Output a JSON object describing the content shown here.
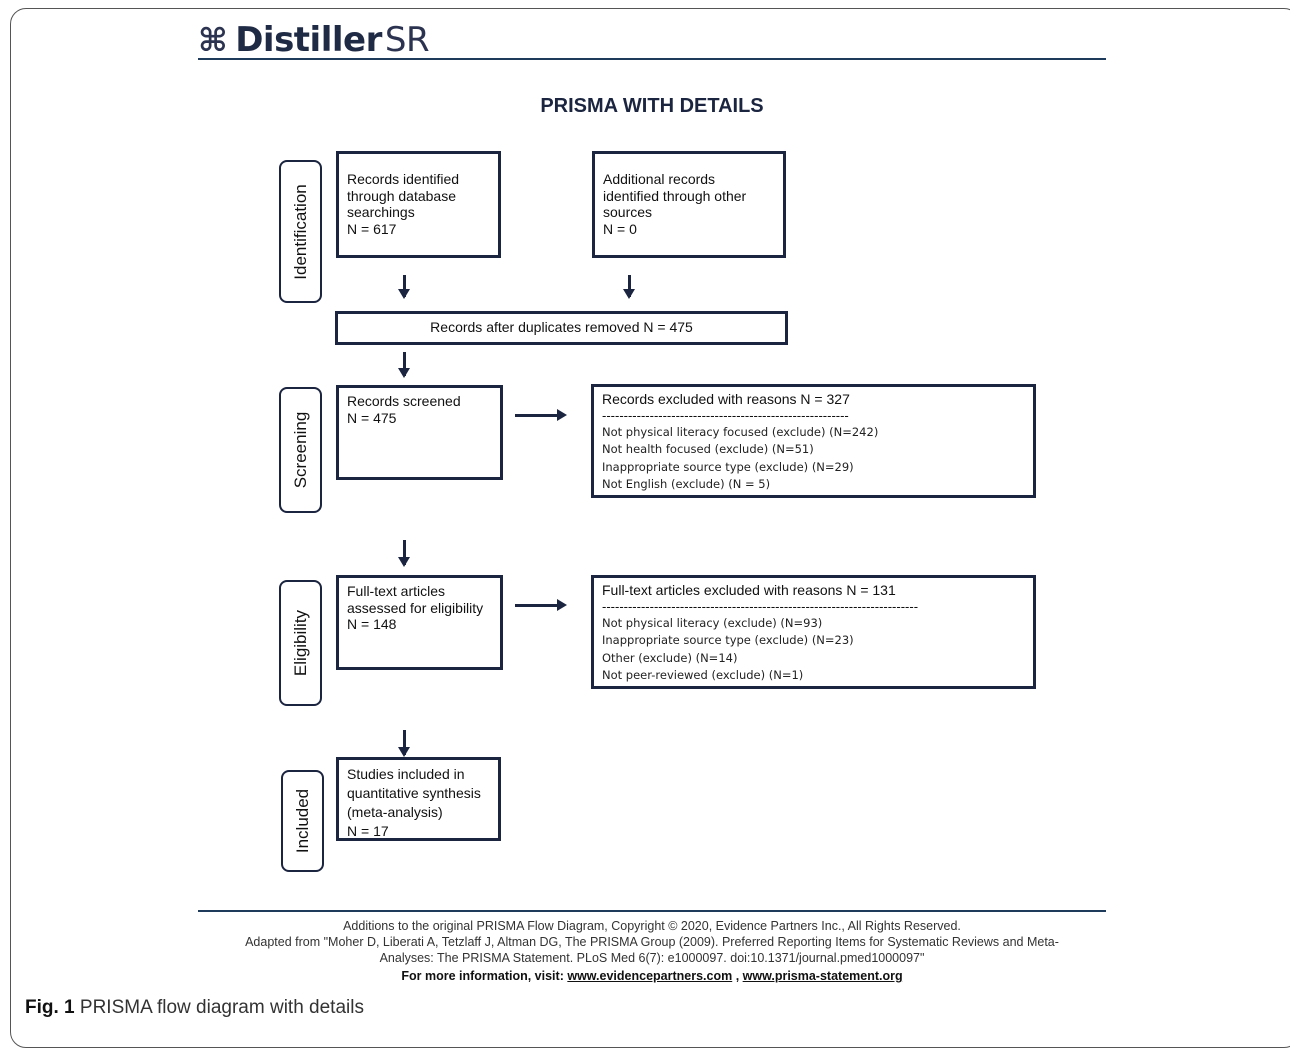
{
  "brand": {
    "logo_symbol": "⌘",
    "logo_main": "Distiller",
    "logo_suffix": "SR",
    "color": "#1b2540"
  },
  "title": "PRISMA WITH DETAILS",
  "phases": {
    "identification": "Identification",
    "screening": "Screening",
    "eligibility": "Eligibility",
    "included": "Included"
  },
  "boxes": {
    "db_records": [
      "Records identified",
      "through database",
      "searchings",
      "N = 617"
    ],
    "other_records": [
      "Additional records",
      "identified through other",
      "sources",
      "N = 0"
    ],
    "after_duplicates": "Records after duplicates removed N = 475",
    "screened": [
      "Records screened",
      "N = 475"
    ],
    "excluded_screen": {
      "heading": "Records excluded with reasons N = 327",
      "divider": "---------------------------------------------------------",
      "reasons": [
        "Not physical literacy focused (exclude) (N=242)",
        "Not health focused (exclude) (N=51)",
        "Inappropriate source type (exclude) (N=29)",
        "Not English (exclude) (N = 5)"
      ]
    },
    "fulltext": [
      "Full-text articles",
      "assessed for eligibility",
      "N = 148"
    ],
    "excluded_fulltext": {
      "heading": "Full-text articles excluded with reasons N = 131",
      "divider": "-------------------------------------------------------------------------",
      "reasons": [
        "Not physical literacy (exclude) (N=93)",
        "Inappropriate source type (exclude) (N=23)",
        "Other (exclude) (N=14)",
        "Not peer-reviewed (exclude) (N=1)"
      ]
    },
    "included": [
      "Studies included in",
      "quantitative synthesis",
      "(meta-analysis)",
      "N = 17"
    ]
  },
  "footer": {
    "line1": "Additions to the original PRISMA Flow Diagram, Copyright © 2020, Evidence Partners Inc., All Rights Reserved.",
    "line2": "Adapted from \"Moher D, Liberati A, Tetzlaff J, Altman DG, The PRISMA Group (2009). Preferred Reporting Items for Systematic Reviews and Meta-",
    "line3": "Analyses: The PRISMA Statement. PLoS Med 6(7): e1000097. doi:10.1371/journal.pmed1000097\"",
    "more_info": "For more information, visit: ",
    "link1": "www.evidencepartners.com",
    "separator": " , ",
    "link2": "www.prisma-statement.org"
  },
  "caption": {
    "label": "Fig. 1",
    "text": " PRISMA flow diagram with details"
  }
}
